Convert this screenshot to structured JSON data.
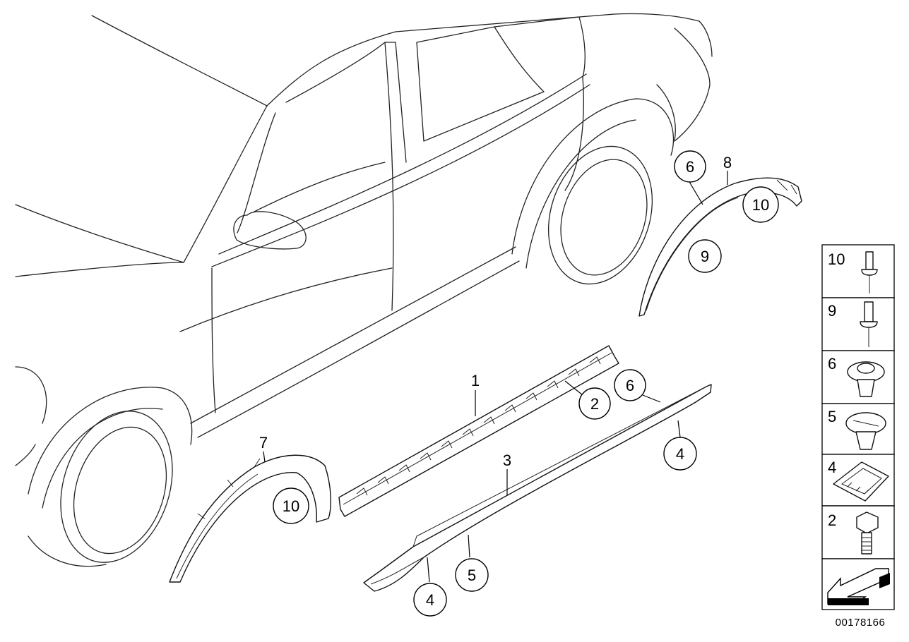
{
  "document_number": "00178166",
  "callouts": {
    "p1": "1",
    "p2": "2",
    "p3": "3",
    "p4_right": "4",
    "p4_bottom": "4",
    "p5": "5",
    "p6_top": "6",
    "p6_mid": "6",
    "p7": "7",
    "p8": "8",
    "p9": "9",
    "p10_top": "10",
    "p10_bottom": "10"
  },
  "legend": {
    "items": [
      {
        "number": "10",
        "icon": "rivet-icon"
      },
      {
        "number": "9",
        "icon": "rivet-icon"
      },
      {
        "number": "6",
        "icon": "clip-icon"
      },
      {
        "number": "5",
        "icon": "clip-icon"
      },
      {
        "number": "4",
        "icon": "mounting-bracket-icon"
      },
      {
        "number": "2",
        "icon": "bolt-icon"
      },
      {
        "number": "",
        "icon": "arrow-icon"
      }
    ]
  }
}
